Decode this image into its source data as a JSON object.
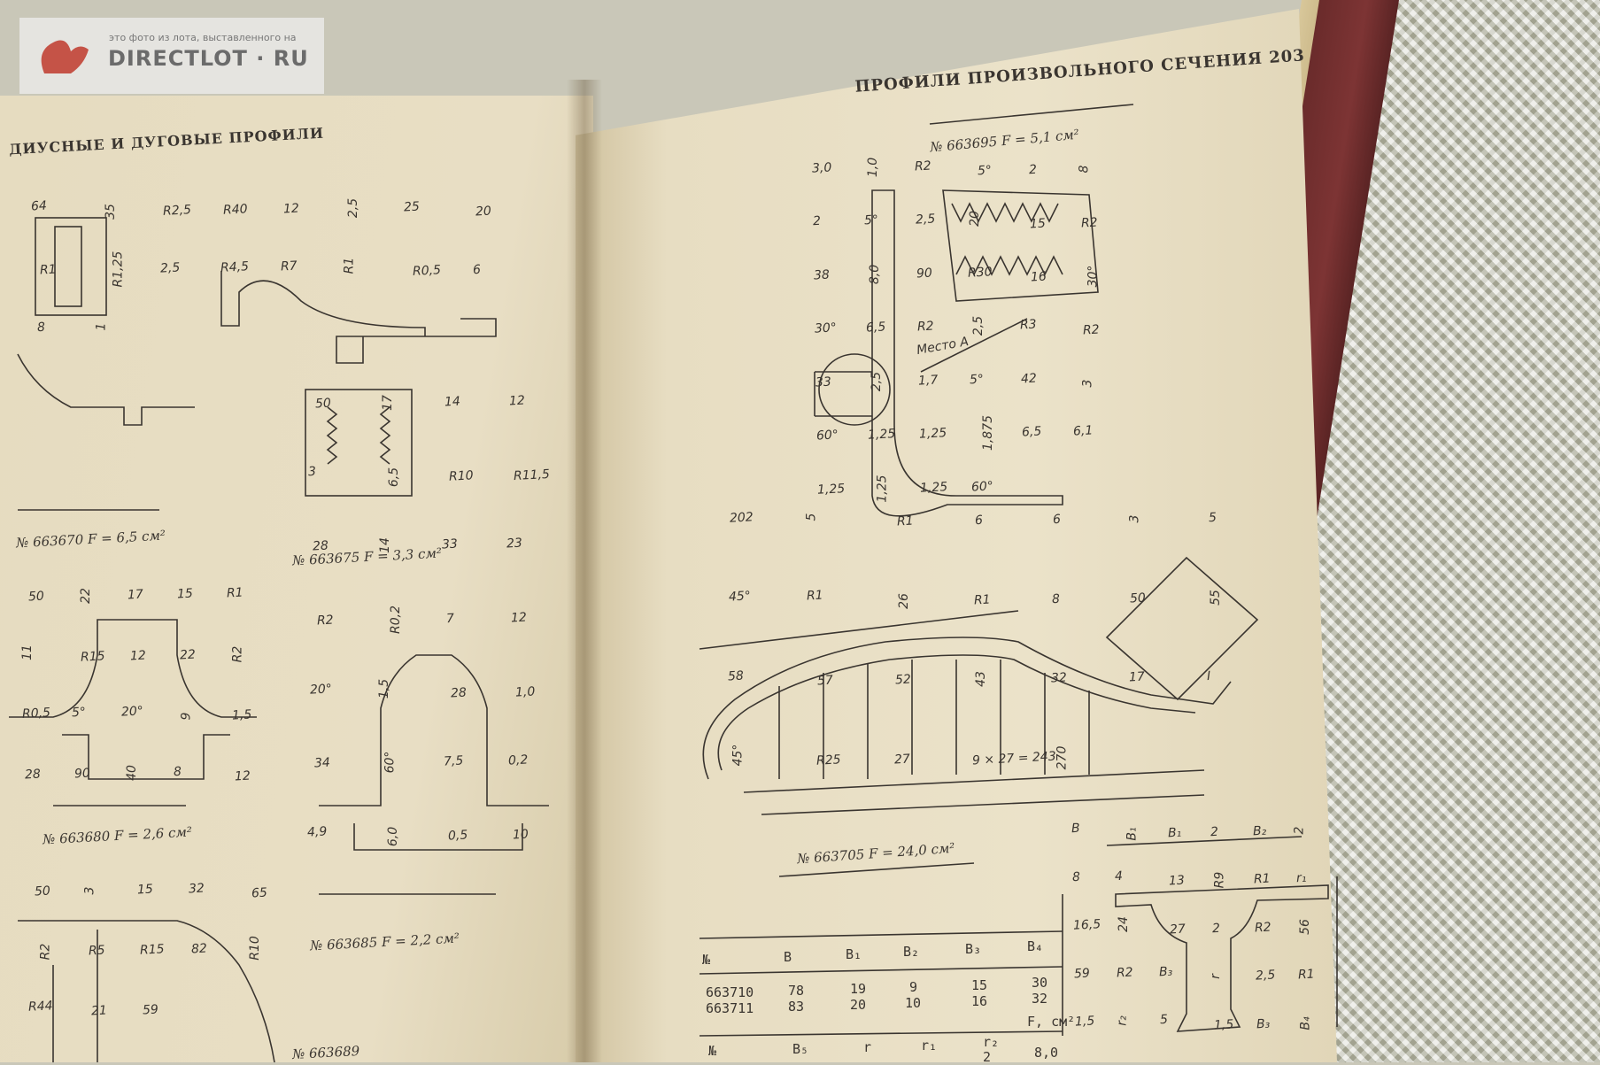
{
  "watermark": {
    "caption": "это фото из лота, выставленного на",
    "brand": "DIRECTLOT · RU"
  },
  "left_page": {
    "header": "ДИУСНЫЕ И ДУГОВЫЕ ПРОФИЛИ",
    "captions": [
      "№ 663670     F = 6,5 см²",
      "№ 663675        F = 3,3 см²",
      "№ 663680     F = 2,6 см²",
      "№ 663685        F = 2,2 см²",
      "№ 663689"
    ],
    "dims_top": [
      "64",
      "35",
      "R2,5",
      "R40",
      "12",
      "2,5",
      "25",
      "20",
      "R1",
      "R1,25",
      "2,5",
      "R4,5",
      "R7",
      "R1",
      "R0,5",
      "6",
      "8",
      "1"
    ],
    "dims_mid": [
      "50",
      "22",
      "17",
      "15",
      "R1",
      "11",
      "R15",
      "12",
      "22",
      "R2",
      "R0,5",
      "5°",
      "20°",
      "9",
      "1,5",
      "28",
      "90",
      "40",
      "8",
      "12"
    ],
    "dims_right": [
      "50",
      "17",
      "14",
      "12",
      "3",
      "6,5",
      "R10",
      "R11,5",
      "28",
      "14",
      "33",
      "23",
      "R2",
      "R0,2",
      "7",
      "12",
      "20°",
      "1,5",
      "28",
      "1,0",
      "34",
      "60°",
      "7,5",
      "0,2",
      "4,9",
      "6,0",
      "0,5",
      "10"
    ],
    "dims_bottom": [
      "50",
      "3",
      "15",
      "32",
      "65",
      "R2",
      "R5",
      "R15",
      "82",
      "R10",
      "R44",
      "21",
      "59"
    ]
  },
  "right_page": {
    "header": "ПРОФИЛИ ПРОИЗВОЛЬНОГО СЕЧЕНИЯ  203",
    "captions": [
      "№ 663695     F = 5,1 см²",
      "№ 663705        F = 24,0 см²"
    ],
    "place_label": "Место А",
    "dims_695": [
      "3,0",
      "1,0",
      "R2",
      "5°",
      "2",
      "8",
      "2",
      "5°",
      "2,5",
      "20",
      "15",
      "R2",
      "38",
      "8,0",
      "90",
      "R30",
      "16",
      "30°",
      "30°",
      "6,5",
      "R2",
      "2,5",
      "R3",
      "R2",
      "33",
      "2,5",
      "1,7",
      "5°",
      "42",
      "3",
      "60°",
      "1,25",
      "1,25",
      "1,875",
      "6,5",
      "6,1",
      "1,25",
      "1,25",
      "1,25",
      "60°"
    ],
    "dims_705": [
      "202",
      "5",
      "R1",
      "6",
      "6",
      "3",
      "5",
      "45°",
      "R1",
      "26",
      "R1",
      "8",
      "50",
      "55",
      "58",
      "57",
      "52",
      "43",
      "32",
      "17",
      "I",
      "45°",
      "R25",
      "27",
      "9 × 27 = 243",
      "270"
    ],
    "dims_710": [
      "B",
      "B₁",
      "B₁",
      "2",
      "B₂",
      "2",
      "8",
      "4",
      "13",
      "R9",
      "R1",
      "r₁",
      "16,5",
      "24",
      "27",
      "2",
      "R2",
      "56",
      "59",
      "R2",
      "B₃",
      "r",
      "2,5",
      "R1",
      "1,5",
      "r₂",
      "5",
      "1,5",
      "B₃",
      "B₄"
    ],
    "table": {
      "headers": [
        "№",
        "B",
        "B₁",
        "B₂",
        "B₃",
        "B₄"
      ],
      "rows": [
        [
          "663710",
          "78",
          "19",
          "9",
          "15",
          "30"
        ],
        [
          "663711",
          "83",
          "20",
          "10",
          "16",
          "32"
        ]
      ],
      "headers2": [
        "№",
        "B₅",
        "r",
        "r₁",
        "r₂",
        "F, см²"
      ],
      "row2_partial": [
        "2",
        "8,0"
      ]
    }
  },
  "colors": {
    "paper": "#e8dec4",
    "ink": "#3a3530",
    "cover": "#6a2b2b",
    "lace": "#bdbfae"
  }
}
